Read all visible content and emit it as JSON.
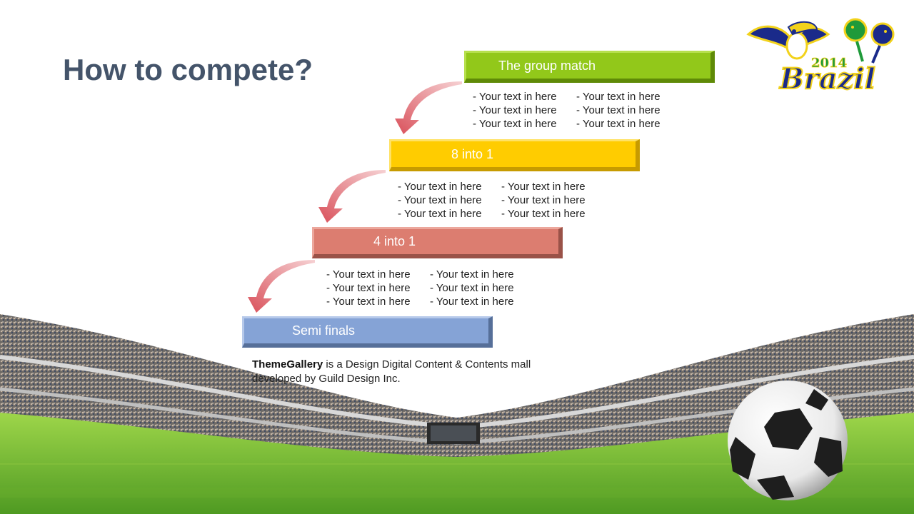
{
  "slide": {
    "title": "How to compete?",
    "stages": [
      {
        "label": "The group match",
        "color": "#92c81a"
      },
      {
        "label": "8 into 1",
        "color": "#ffcc00"
      },
      {
        "label": "4 into 1",
        "color": "#dc7d70"
      },
      {
        "label": "Semi finals",
        "color": "#85a3d6"
      }
    ],
    "item_groups": [
      [
        "- Your text in here",
        "- Your text in here",
        "- Your text in here",
        "- Your text in here",
        "- Your text in here",
        "- Your text in here"
      ],
      [
        "- Your text in here",
        "- Your text in here",
        "- Your text in here",
        "- Your text in here",
        "- Your text in here",
        "- Your text in here"
      ],
      [
        "- Your text in here",
        "- Your text in here",
        "- Your text in here",
        "- Your text in here",
        "- Your text in here",
        "- Your text in here"
      ]
    ],
    "caption": {
      "brand": "ThemeGallery",
      "text": " is a Design Digital Content & Contents mall developed by Guild Design Inc."
    },
    "logo": {
      "year": "2014",
      "name": "Brazil"
    },
    "icons": [
      "toucan-mascot-icon",
      "maracas-icon",
      "soccer-ball-icon",
      "curved-arrow-icon"
    ],
    "colors": {
      "title": "#44546a",
      "arrow": "#d9505a",
      "grass": "#7cc73a"
    }
  }
}
